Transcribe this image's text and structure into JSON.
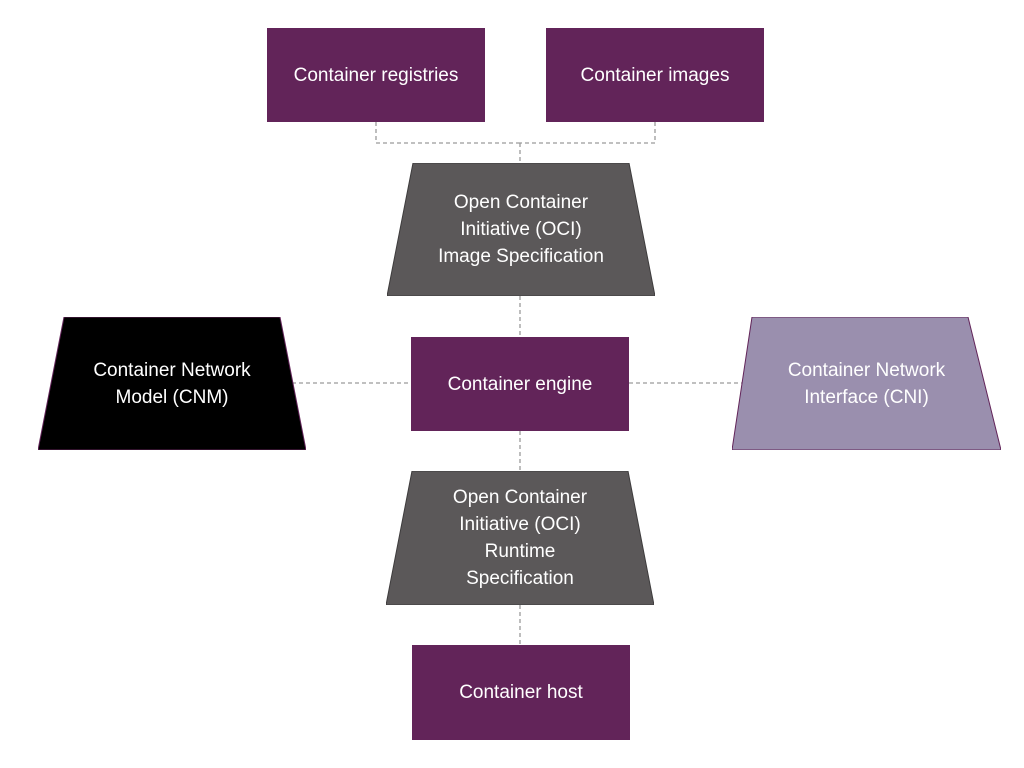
{
  "colors": {
    "purple": "#622459",
    "gray": "#5b5859",
    "black": "#000000",
    "lavender": "#9a8fae",
    "connector": "#9a9a9a"
  },
  "nodes": {
    "registries": {
      "label": "Container registries"
    },
    "images": {
      "label": "Container images"
    },
    "oci_image": {
      "label": "Open Container\nInitiative (OCI)\nImage Specification"
    },
    "cnm": {
      "label": "Container Network\nModel (CNM)"
    },
    "engine": {
      "label": "Container engine"
    },
    "cni": {
      "label": "Container Network\nInterface (CNI)"
    },
    "oci_runtime": {
      "label": "Open Container\nInitiative (OCI)\nRuntime\nSpecification"
    },
    "host": {
      "label": "Container host"
    }
  }
}
